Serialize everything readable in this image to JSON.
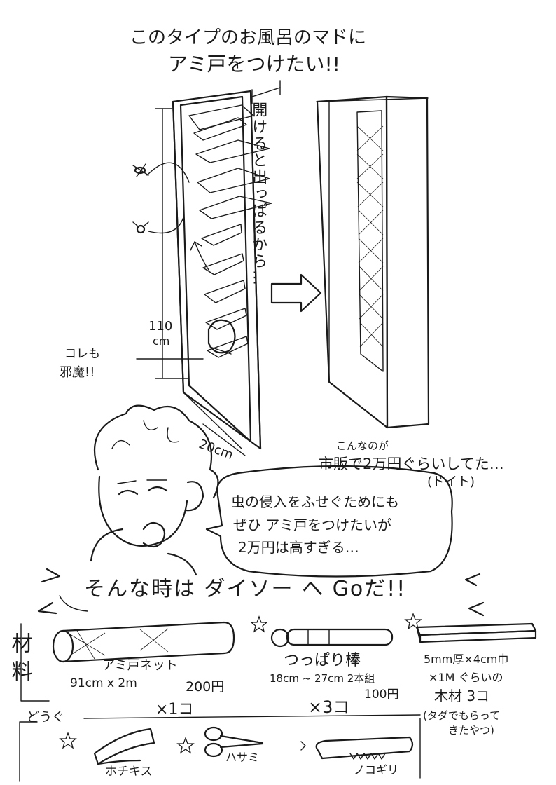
{
  "title": {
    "line1": "このタイプのお風呂のマドに",
    "line2": "アミ戸をつけたい!!"
  },
  "window_notes": {
    "opens_out": "開けると出っぱるから…",
    "height": "110",
    "height_unit": "cm",
    "width": "20cm",
    "obstacle": "コレも",
    "obstacle2": "邪魔!!"
  },
  "store_note": {
    "line1": "こんなのが",
    "line2": "市販で2万円ぐらいしてた…",
    "line3": "(ドイト)"
  },
  "speech": {
    "line1": "虫の侵入をふせぐためにも",
    "line2": "ぜひ アミ戸をつけたいが",
    "line3": "2万円は高すぎる…"
  },
  "headline": "そんな時は ダイソー へ Goだ!!",
  "materials": {
    "label": "材料",
    "items": [
      {
        "name": "アミ戸ネット",
        "spec": "91cm x 2m",
        "price": "200円",
        "qty": "×1コ"
      },
      {
        "name": "つっぱり棒",
        "spec": "18cm ~ 27cm  2本組",
        "price": "100円",
        "qty": "×3コ"
      },
      {
        "name": "5mm厚×4cm巾",
        "spec": "×1M ぐらいの",
        "spec2": "木材 3コ",
        "price": "(タダでもらって",
        "qty": "きたやつ)"
      }
    ]
  },
  "tools": {
    "label": "どうぐ",
    "items": [
      {
        "name": "ホチキス"
      },
      {
        "name": "ハサミ"
      },
      {
        "name": "ノコギリ"
      }
    ]
  },
  "icons": [
    "mosquito-icon",
    "fly-icon",
    "star-icon",
    "arrow-right-icon"
  ]
}
